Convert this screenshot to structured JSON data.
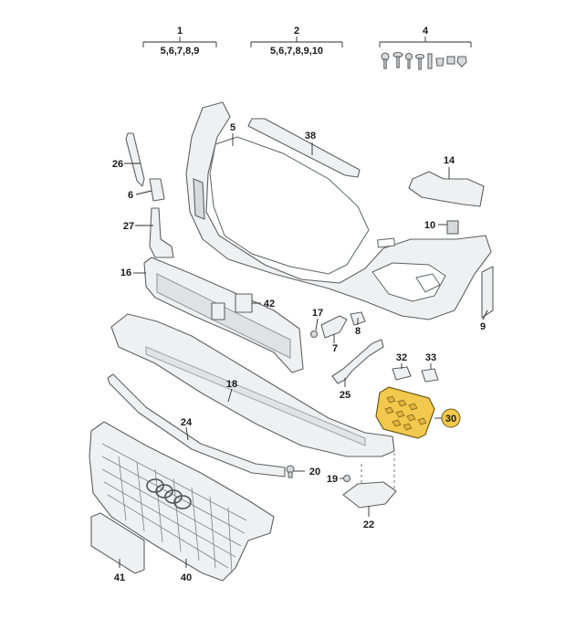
{
  "groups": [
    {
      "num": "1",
      "sub": "5,6,7,8,9"
    },
    {
      "num": "2",
      "sub": "5,6,7,8,9,10"
    },
    {
      "num": "4",
      "sub": ""
    }
  ],
  "labels": {
    "l5": "5",
    "l38": "38",
    "l26": "26",
    "l6": "6",
    "l27": "27",
    "l14": "14",
    "l10": "10",
    "l16": "16",
    "l42": "42",
    "l17": "17",
    "l8": "8",
    "l9": "9",
    "l7": "7",
    "l32": "32",
    "l33": "33",
    "l18": "18",
    "l25": "25",
    "l30": "30",
    "l24": "24",
    "l20": "20",
    "l19": "19",
    "l22": "22",
    "l41": "41",
    "l40": "40"
  },
  "colors": {
    "highlight": "#f2c94c",
    "line": "#5c6266",
    "fill": "#eef0f1"
  }
}
